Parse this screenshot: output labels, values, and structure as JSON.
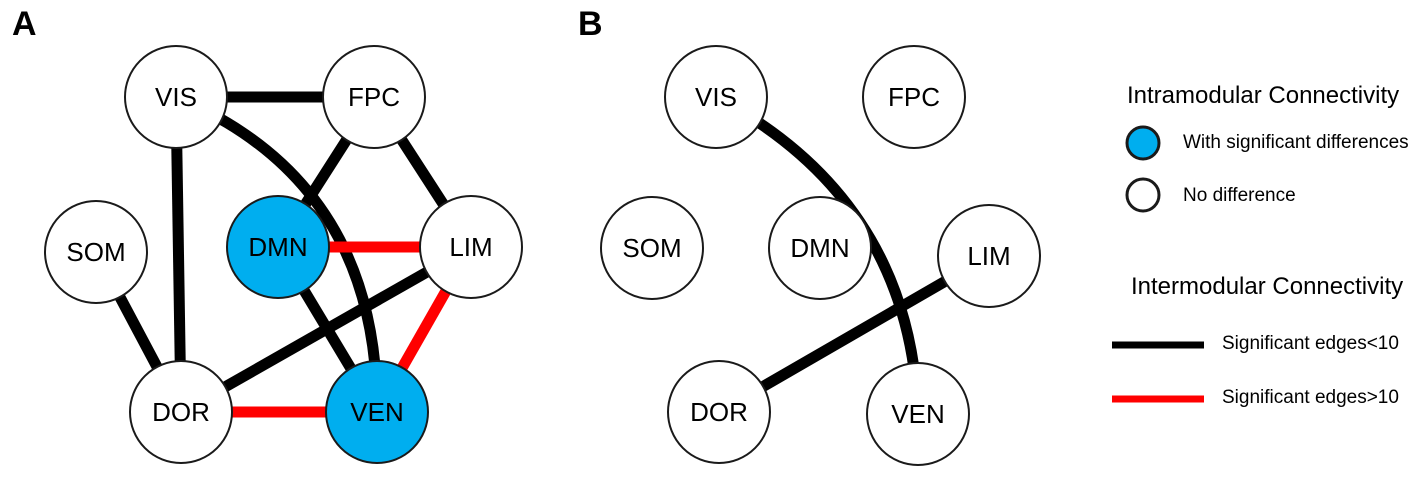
{
  "panels": [
    {
      "label": "A",
      "nodes": [
        {
          "id": "VIS",
          "label": "VIS",
          "significant": false
        },
        {
          "id": "FPC",
          "label": "FPC",
          "significant": false
        },
        {
          "id": "SOM",
          "label": "SOM",
          "significant": false
        },
        {
          "id": "DMN",
          "label": "DMN",
          "significant": true
        },
        {
          "id": "LIM",
          "label": "LIM",
          "significant": false
        },
        {
          "id": "DOR",
          "label": "DOR",
          "significant": false
        },
        {
          "id": "VEN",
          "label": "VEN",
          "significant": true
        }
      ],
      "edges": [
        {
          "source": "VIS",
          "target": "FPC",
          "category": "lt10"
        },
        {
          "source": "VIS",
          "target": "DOR",
          "category": "lt10"
        },
        {
          "source": "VIS",
          "target": "VEN",
          "category": "lt10",
          "curved": true
        },
        {
          "source": "SOM",
          "target": "DOR",
          "category": "lt10"
        },
        {
          "source": "FPC",
          "target": "DMN",
          "category": "lt10"
        },
        {
          "source": "FPC",
          "target": "LIM",
          "category": "lt10"
        },
        {
          "source": "DMN",
          "target": "VEN",
          "category": "lt10"
        },
        {
          "source": "LIM",
          "target": "DOR",
          "category": "lt10"
        },
        {
          "source": "DMN",
          "target": "LIM",
          "category": "gt10"
        },
        {
          "source": "LIM",
          "target": "VEN",
          "category": "gt10"
        },
        {
          "source": "DOR",
          "target": "VEN",
          "category": "gt10"
        }
      ]
    },
    {
      "label": "B",
      "nodes": [
        {
          "id": "VIS",
          "label": "VIS",
          "significant": false
        },
        {
          "id": "FPC",
          "label": "FPC",
          "significant": false
        },
        {
          "id": "SOM",
          "label": "SOM",
          "significant": false
        },
        {
          "id": "DMN",
          "label": "DMN",
          "significant": false
        },
        {
          "id": "LIM",
          "label": "LIM",
          "significant": false
        },
        {
          "id": "DOR",
          "label": "DOR",
          "significant": false
        },
        {
          "id": "VEN",
          "label": "VEN",
          "significant": false
        }
      ],
      "edges": [
        {
          "source": "VIS",
          "target": "VEN",
          "category": "lt10",
          "curved": true
        },
        {
          "source": "LIM",
          "target": "DOR",
          "category": "lt10"
        }
      ]
    }
  ],
  "legend": {
    "intramodular_title": "Intramodular Connectivity",
    "with_significant": "With significant differences",
    "no_difference": "No difference",
    "intermodular_title": "Intermodular Connectivity",
    "edges_lt10": "Significant edges<10",
    "edges_gt10": "Significant edges>10"
  },
  "colors": {
    "significant_fill": "#00aeef",
    "normal_fill": "#ffffff",
    "node_stroke": "#1a1a1a",
    "edge_lt10": "#000000",
    "edge_gt10": "#ff0000"
  }
}
